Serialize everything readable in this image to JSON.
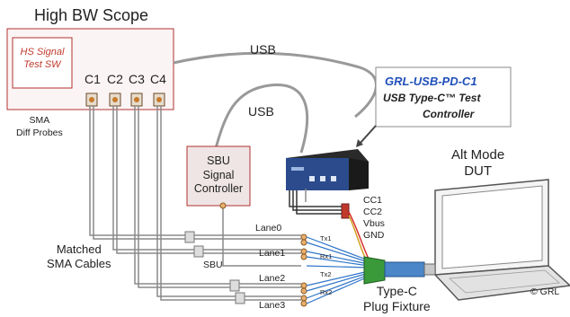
{
  "scope": {
    "title": "High BW Scope",
    "sw_label": "HS Signal\nTest SW",
    "channels": [
      "C1",
      "C2",
      "C3",
      "C4"
    ],
    "probe_label": "SMA\nDiff Probes"
  },
  "usb_labels": [
    "USB",
    "USB"
  ],
  "controller": {
    "callout_line1": "GRL-USB-PD-C1",
    "callout_line2": "USB Type-C™ Test",
    "callout_line3": "Controller",
    "pins": [
      "CC1",
      "CC2",
      "Vbus",
      "GND"
    ]
  },
  "sbu": {
    "label": "SBU\nSignal\nController"
  },
  "dut": {
    "label": "Alt Mode\nDUT"
  },
  "lanes": [
    "Lane0",
    "Lane1",
    "Lane2",
    "Lane3"
  ],
  "pair_labels": [
    "Tx1",
    "Rx1",
    "Tx2",
    "Rx2"
  ],
  "sbu_line_label": "SBU",
  "cables_label": "Matched\nSMA Cables",
  "fixture_label": "Type-C\nPlug Fixture",
  "copyright": "© GRL",
  "colors": {
    "box_red": "#c0392b",
    "callout_blue": "#1f4fb8",
    "wire_blue": "#2e74c9"
  }
}
